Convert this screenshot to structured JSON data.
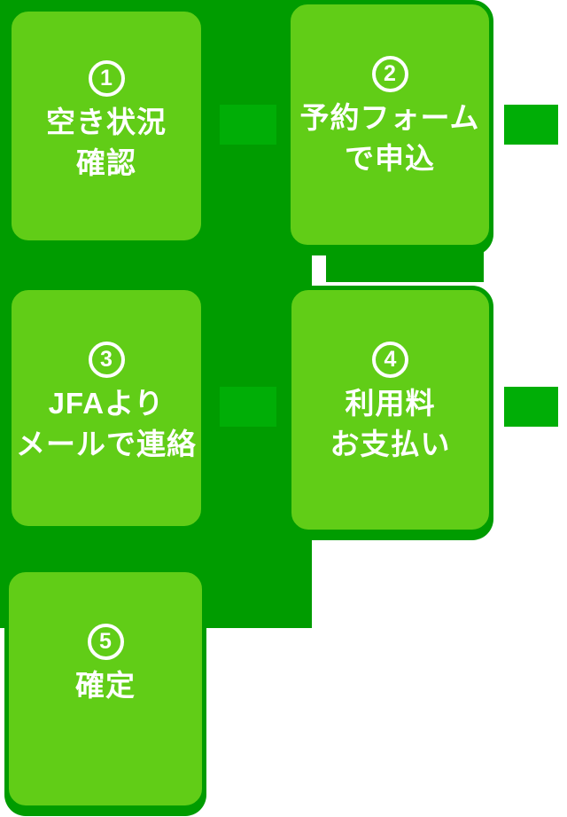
{
  "colors": {
    "page_background": "#FFFFFF",
    "background_dark_green": "#009C00",
    "card_fill_green": "#61CD17",
    "card_edge_green": "#009C00",
    "connector_bright_green": "#00AE06",
    "text_white": "#FFFFFF"
  },
  "flow": {
    "title_hidden": "",
    "steps": [
      {
        "number": "1",
        "circled": "①",
        "lines": [
          "空き状況",
          "確認"
        ]
      },
      {
        "number": "2",
        "circled": "②",
        "lines": [
          "予約フォーム",
          "で申込"
        ]
      },
      {
        "number": "3",
        "circled": "③",
        "lines": [
          "JFAより",
          "メールで連絡"
        ]
      },
      {
        "number": "4",
        "circled": "④",
        "lines": [
          "利用料",
          "お支払い"
        ]
      },
      {
        "number": "5",
        "circled": "⑤",
        "lines": [
          "確定"
        ]
      }
    ]
  }
}
